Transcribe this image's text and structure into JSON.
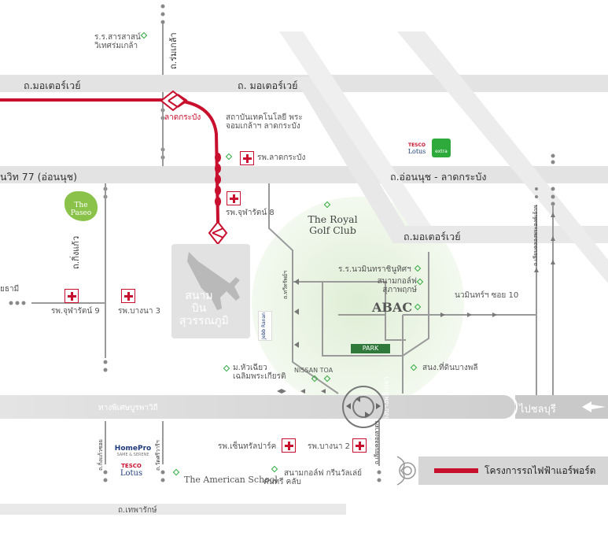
{
  "roads": {
    "motorway_left": "ถ.มอเตอร์เวย์",
    "motorway_center": "ถ. มอเตอร์เวย์",
    "motorway_right": "ถ.มอเตอร์เวย์",
    "sukhumvit77": "นวิท 77 (อ่อนนุช)",
    "onnut_latkrabang": "ถ.อ่อนนุช - ลาดกระบัง",
    "romklao": "ถ.ร่มเกล้า",
    "kingkaew": "ถ.กิ่งแก้ว",
    "bangna_trad": "ทางพิเศษบูรพาวิถี",
    "theparak": "ถ.เทพารักษ์",
    "to_chonburi": "ไปชลบุรี",
    "nawaminthra_soi10": "นวมินทร์ฯ ซอย 10",
    "left_cut": "ยธามี",
    "v_royal": "ถ.ทวีทรัพย์ฯ",
    "v_east": "ถ.เลียบคลองพระองค์เจ้าฯ",
    "v_kingkaew_s": "ถ.กิ่งแก้วซอย",
    "v_wat": "ถ.วัดศรีวารีฯ",
    "v_klong": "ถ.เลียบคลองลาดฯ",
    "v_bangphli": "ทางบางพลี-ปลา"
  },
  "places": {
    "sarasas": "ร.ร.สารสาสน์ วิเทศร่มเกล้า",
    "kmitl": "สถาบันเทคโนโลยี พระจอมเกล้าฯ ลาดกระบัง",
    "latkrabang_station": "ลาดกระบัง",
    "latkrabang_hospital": "รพ.ลาดกระบัง",
    "chularat8": "รพ.จุฬารัตน์ 8",
    "chularat9": "รพ.จุฬารัตน์ 9",
    "bangna3": "รพ.บางนา 3",
    "royal_golf": "The Royal Golf Club",
    "navamin_school": "ร.ร.นวมินทราชินูทิศฯ",
    "golf_suphap": "สนามกอล์ฟ สุภาพฤกษ์",
    "abac": "ABAC",
    "nissan": "NISSAN TOA",
    "huachiew": "ม.หัวเฉียว เฉลิมพระเกียรติ",
    "bangphli_office": "สนง.ที่ดินบางพลี",
    "central_hospital": "รพ.เซ็นทรัลปาร์ค",
    "bangna2": "รพ.บางนา 2",
    "american_school": "The American School",
    "greenvalley": "สนามกอล์ฟ กรีนวัลเล่ย์ คันทรี คลับ",
    "airport": "สนามบิน สุวรรณภูมิ",
    "park_sign": "PARK",
    "jebb": "Jebb Ranan",
    "paseo": "The Paseo",
    "homepro": "HomePro",
    "homepro_sub": "SAME & SERENE",
    "tesco_top": "TESCO",
    "lotus_top": "Lotus",
    "extra": "extra",
    "tesco_bottom": "TESCO",
    "lotus_bottom": "Lotus"
  },
  "legend": {
    "rail_project": "โครงการรถไฟฟ้าแอร์พอร์ต"
  },
  "colors": {
    "rail": "#c8102e",
    "road": "#dedede",
    "expressway": "#cfcfcf",
    "golf": "#eaf4e3",
    "landmark_diamond": "#2eaa3d",
    "hospital": "#c8102e"
  }
}
